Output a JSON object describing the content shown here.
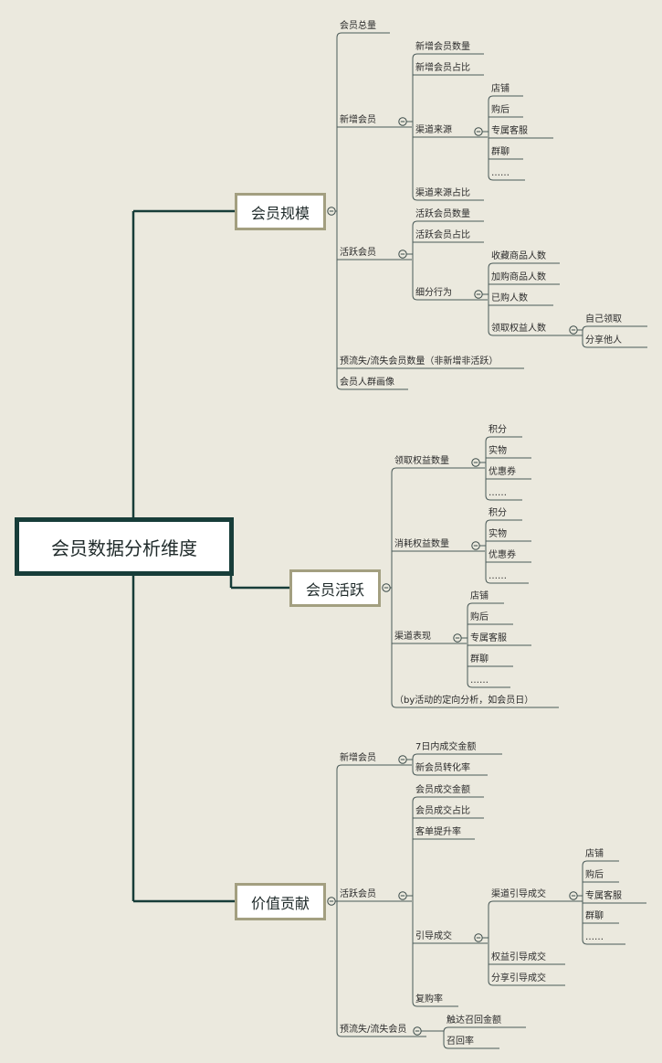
{
  "root": "会员数据分析维度",
  "main": [
    {
      "label": "会员规模",
      "children": [
        {
          "label": "会员总量"
        },
        {
          "label": "新增会员",
          "children": [
            {
              "label": "新增会员数量"
            },
            {
              "label": "新增会员占比"
            },
            {
              "label": "渠道来源",
              "children": [
                {
                  "label": "店铺"
                },
                {
                  "label": "购后"
                },
                {
                  "label": "专属客服"
                },
                {
                  "label": "群聊"
                },
                {
                  "label": "……"
                }
              ]
            },
            {
              "label": "渠道来源占比"
            }
          ]
        },
        {
          "label": "活跃会员",
          "children": [
            {
              "label": "活跃会员数量"
            },
            {
              "label": "活跃会员占比"
            },
            {
              "label": "细分行为",
              "children": [
                {
                  "label": "收藏商品人数"
                },
                {
                  "label": "加购商品人数"
                },
                {
                  "label": "已购人数"
                },
                {
                  "label": "领取权益人数",
                  "children": [
                    {
                      "label": "自己领取"
                    },
                    {
                      "label": "分享他人"
                    }
                  ]
                }
              ]
            }
          ]
        },
        {
          "label": "预流失/流失会员数量（非新增非活跃）"
        },
        {
          "label": "会员人群画像"
        }
      ]
    },
    {
      "label": "会员活跃",
      "children": [
        {
          "label": "领取权益数量",
          "children": [
            {
              "label": "积分"
            },
            {
              "label": "实物"
            },
            {
              "label": "优惠券"
            },
            {
              "label": "……"
            }
          ]
        },
        {
          "label": "消耗权益数量",
          "children": [
            {
              "label": "积分"
            },
            {
              "label": "实物"
            },
            {
              "label": "优惠券"
            },
            {
              "label": "……"
            }
          ]
        },
        {
          "label": "渠道表现",
          "children": [
            {
              "label": "店铺"
            },
            {
              "label": "购后"
            },
            {
              "label": "专属客服"
            },
            {
              "label": "群聊"
            },
            {
              "label": "……"
            }
          ]
        },
        {
          "label": "（by活动的定向分析，如会员日）"
        }
      ]
    },
    {
      "label": "价值贡献",
      "children": [
        {
          "label": "新增会员",
          "children": [
            {
              "label": "7日内成交金额"
            },
            {
              "label": "新会员转化率"
            }
          ]
        },
        {
          "label": "活跃会员",
          "children": [
            {
              "label": "会员成交金额"
            },
            {
              "label": "会员成交占比"
            },
            {
              "label": "客单提升率"
            },
            {
              "label": "引导成交",
              "children": [
                {
                  "label": "渠道引导成交",
                  "children": [
                    {
                      "label": "店铺"
                    },
                    {
                      "label": "购后"
                    },
                    {
                      "label": "专属客服"
                    },
                    {
                      "label": "群聊"
                    },
                    {
                      "label": "……"
                    }
                  ]
                },
                {
                  "label": "权益引导成交"
                },
                {
                  "label": "分享引导成交"
                }
              ]
            },
            {
              "label": "复购率"
            }
          ]
        },
        {
          "label": "预流失/流失会员",
          "children": [
            {
              "label": "触达召回金额"
            },
            {
              "label": "召回率"
            }
          ]
        }
      ]
    }
  ]
}
